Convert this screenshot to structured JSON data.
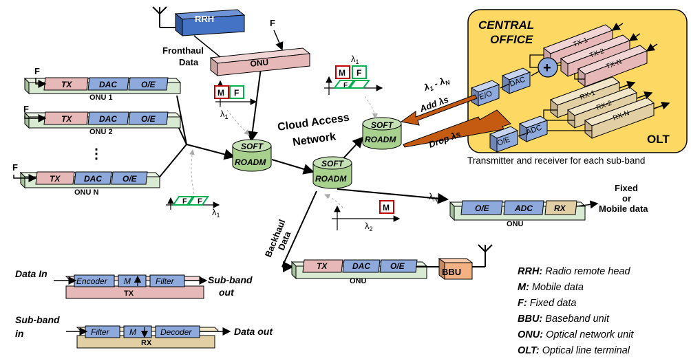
{
  "rrh": {
    "label": "RRH"
  },
  "top_onu": {
    "label": "ONU",
    "input": "F",
    "fronthaul": [
      "Fronthaul",
      "Data"
    ]
  },
  "onu_rows": [
    {
      "input": "F",
      "tx": "TX",
      "dac": "DAC",
      "oe": "O/E",
      "name": "ONU 1"
    },
    {
      "input": "F",
      "tx": "TX",
      "dac": "DAC",
      "oe": "O/E",
      "name": "ONU 2"
    },
    {
      "input": "F",
      "tx": "TX",
      "dac": "DAC",
      "oe": "O/E",
      "name": "ONU N"
    }
  ],
  "dots": "⋮",
  "spectrum": {
    "top_left": {
      "m": "M",
      "f": "F",
      "lambda": "λ",
      "sub": "1"
    },
    "bottom_left": {
      "f1": "F",
      "f2": "F",
      "lambda": "λ",
      "sub": "1"
    },
    "top_mid": {
      "lambda": "λ",
      "sub": "1",
      "m": "M",
      "f": "F",
      "f2": "F"
    },
    "bottom_mid": {
      "m": "M",
      "lambda": "λ",
      "sub": "2"
    }
  },
  "roadm": {
    "l1": "SOFT",
    "l2": "ROADM"
  },
  "cloud": {
    "l1": "Cloud Access",
    "l2": "Network"
  },
  "links": {
    "lambda_range": [
      "λ",
      "1",
      " - λ",
      "N"
    ],
    "add": "Add λs",
    "drop": "Drop λs",
    "lambda_n": [
      "λ",
      "N"
    ]
  },
  "central_office": {
    "title": [
      "CENTRAL",
      "OFFICE"
    ],
    "eo": "E/O",
    "dac": "DAC",
    "plus": "+",
    "tx": [
      "TX-1",
      "TX-2",
      "TX-N"
    ],
    "oe": "O/E",
    "adc": "ADC",
    "rx": [
      "RX-1",
      "RX-2",
      "RX-N"
    ],
    "olt": "OLT",
    "caption": "Transmitter and receiver for each sub-band"
  },
  "right_onu": {
    "oe": "O/E",
    "adc": "ADC",
    "rx": "RX",
    "name": "ONU",
    "out": [
      "Fixed",
      "or",
      "Mobile data"
    ]
  },
  "backhaul": {
    "label": [
      "Backhaul",
      "Data"
    ],
    "tx": "TX",
    "dac": "DAC",
    "oe": "O/E",
    "name": "ONU",
    "bbu": "BBU"
  },
  "tx_detail": {
    "in": "Data In",
    "encoder": "Encoder",
    "m": "M",
    "filter": "Filter",
    "name": "TX",
    "out": [
      "Sub-band",
      "out"
    ]
  },
  "rx_detail": {
    "in": [
      "Sub-band",
      "in"
    ],
    "filter": "Filter",
    "m": "M",
    "decoder": "Decoder",
    "name": "RX",
    "out": "Data out"
  },
  "legend": [
    {
      "key": "RRH:",
      "desc": " Radio remote head"
    },
    {
      "key": "M:",
      "desc": " Mobile data"
    },
    {
      "key": "F:",
      "desc": " Fixed data"
    },
    {
      "key": "BBU:",
      "desc": " Baseband unit"
    },
    {
      "key": "ONU:",
      "desc": " Optical network unit"
    },
    {
      "key": "OLT:",
      "desc": " Optical line terminal"
    }
  ],
  "colors": {
    "pink": "#e6b8b7",
    "green": "#d9ead3",
    "blue": "#8ea9db",
    "yellow": "#fdd862",
    "roadm": "#a9d18e",
    "tan": "#e2cfa3",
    "rrh": "#4472c4",
    "bbu": "#f4b183",
    "red": "#c00000",
    "greenline": "#00b050",
    "arrow": "#c55a11"
  }
}
